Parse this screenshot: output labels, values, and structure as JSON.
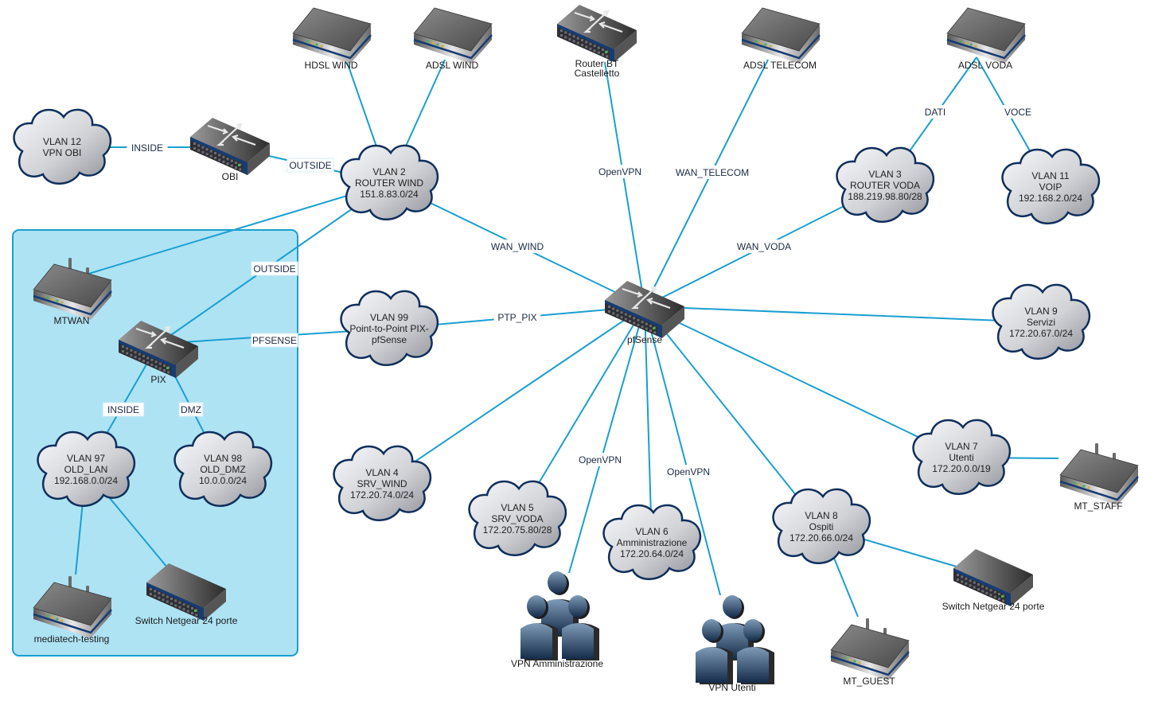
{
  "diagram": {
    "title": "Network topology",
    "colors": {
      "link": "#1a9fd0",
      "group_fill": "#aee3f4",
      "group_border": "#1a9fd0",
      "cloud_border": "#0f2f5c",
      "cloud_fill_light": "#f4f5f7",
      "cloud_fill_dark": "#9c9ea4",
      "device_blue": "#163c74",
      "users_blue": "#1f3e5e",
      "led_green": "#4caf50"
    },
    "group": {
      "name": "legacy-pix-zone",
      "label": ""
    },
    "nodes": [
      {
        "id": "hdsl_wind",
        "type": "modem",
        "label": "HDSL WIND"
      },
      {
        "id": "adsl_wind",
        "type": "modem",
        "label": "ADSL WIND"
      },
      {
        "id": "router_bt",
        "type": "switch",
        "label": "Router BT\nCastelletto"
      },
      {
        "id": "adsl_telecom",
        "type": "modem",
        "label": "ADSL TELECOM"
      },
      {
        "id": "adsl_voda",
        "type": "modem",
        "label": "ADSL VODA"
      },
      {
        "id": "vlan12",
        "type": "cloud",
        "label": "VLAN 12\nVPN OBI"
      },
      {
        "id": "obi",
        "type": "switch",
        "label": "OBI"
      },
      {
        "id": "vlan2",
        "type": "cloud",
        "label": "VLAN 2\nROUTER WIND\n151.8.83.0/24"
      },
      {
        "id": "vlan3",
        "type": "cloud",
        "label": "VLAN 3\nROUTER VODA\n188.219.98.80/28"
      },
      {
        "id": "vlan11",
        "type": "cloud",
        "label": "VLAN 11\nVOIP\n192.168.2.0/24"
      },
      {
        "id": "mtwan",
        "type": "wifi",
        "label": "MTWAN"
      },
      {
        "id": "pix",
        "type": "switch",
        "label": "PIX"
      },
      {
        "id": "vlan99",
        "type": "cloud",
        "label": "VLAN 99\nPoint-to-Point PIX-\npfSense"
      },
      {
        "id": "pfsense",
        "type": "switch",
        "label": "pfSense"
      },
      {
        "id": "vlan9",
        "type": "cloud",
        "label": "VLAN 9\nServizi\n172.20.67.0/24"
      },
      {
        "id": "vlan97",
        "type": "cloud",
        "label": "VLAN 97\nOLD_LAN\n192.168.0.0/24"
      },
      {
        "id": "vlan98",
        "type": "cloud",
        "label": "VLAN 98\nOLD_DMZ\n10.0.0.0/24"
      },
      {
        "id": "vlan4",
        "type": "cloud",
        "label": "VLAN 4\nSRV_WIND\n172.20.74.0/24"
      },
      {
        "id": "vlan5",
        "type": "cloud",
        "label": "VLAN 5\nSRV_VODA\n172.20.75.80/28"
      },
      {
        "id": "vlan6",
        "type": "cloud",
        "label": "VLAN 6\nAmministrazione\n172.20.64.0/24"
      },
      {
        "id": "vlan7",
        "type": "cloud",
        "label": "VLAN 7\nUtenti\n172.20.0.0/19"
      },
      {
        "id": "vlan8",
        "type": "cloud",
        "label": "VLAN 8\nOspiti\n172.20.66.0/24"
      },
      {
        "id": "mt_staff",
        "type": "wifi",
        "label": "MT_STAFF"
      },
      {
        "id": "mediatech",
        "type": "wifi",
        "label": "mediatech-testing"
      },
      {
        "id": "switch_old",
        "type": "plainswitch",
        "label": "Switch Netgear 24 porte"
      },
      {
        "id": "vpn_admin",
        "type": "users",
        "label": "VPN Amministrazione"
      },
      {
        "id": "vpn_users",
        "type": "users",
        "label": "VPN Utenti"
      },
      {
        "id": "mt_guest",
        "type": "wifi",
        "label": "MT_GUEST"
      },
      {
        "id": "switch_guest",
        "type": "plainswitch",
        "label": "Switch Netgear 24 porte"
      }
    ],
    "edges": [
      {
        "from": "hdsl_wind",
        "to": "vlan2",
        "label": ""
      },
      {
        "from": "adsl_wind",
        "to": "vlan2",
        "label": ""
      },
      {
        "from": "vlan12",
        "to": "obi",
        "label": "INSIDE"
      },
      {
        "from": "obi",
        "to": "vlan2",
        "label": "OUTSIDE"
      },
      {
        "from": "vlan2",
        "to": "mtwan",
        "label": ""
      },
      {
        "from": "vlan2",
        "to": "pix",
        "label": "OUTSIDE"
      },
      {
        "from": "vlan2",
        "to": "pfsense",
        "label": "WAN_WIND"
      },
      {
        "from": "router_bt",
        "to": "pfsense",
        "label": "OpenVPN"
      },
      {
        "from": "adsl_telecom",
        "to": "pfsense",
        "label": "WAN_TELECOM"
      },
      {
        "from": "adsl_voda",
        "to": "vlan3",
        "label": "DATI"
      },
      {
        "from": "adsl_voda",
        "to": "vlan11",
        "label": "VOCE"
      },
      {
        "from": "vlan3",
        "to": "pfsense",
        "label": "WAN_VODA"
      },
      {
        "from": "pix",
        "to": "vlan99",
        "label": "PFSENSE"
      },
      {
        "from": "vlan99",
        "to": "pfsense",
        "label": "PTP_PIX"
      },
      {
        "from": "pfsense",
        "to": "vlan9",
        "label": ""
      },
      {
        "from": "pix",
        "to": "vlan97",
        "label": "INSIDE"
      },
      {
        "from": "pix",
        "to": "vlan98",
        "label": "DMZ"
      },
      {
        "from": "vlan97",
        "to": "mediatech",
        "label": ""
      },
      {
        "from": "vlan97",
        "to": "switch_old",
        "label": ""
      },
      {
        "from": "pfsense",
        "to": "vlan4",
        "label": ""
      },
      {
        "from": "pfsense",
        "to": "vlan5",
        "label": ""
      },
      {
        "from": "pfsense",
        "to": "vpn_admin",
        "label": "OpenVPN"
      },
      {
        "from": "pfsense",
        "to": "vlan6",
        "label": ""
      },
      {
        "from": "pfsense",
        "to": "vpn_users",
        "label": "OpenVPN"
      },
      {
        "from": "pfsense",
        "to": "vlan8",
        "label": ""
      },
      {
        "from": "pfsense",
        "to": "vlan7",
        "label": ""
      },
      {
        "from": "vlan7",
        "to": "mt_staff",
        "label": ""
      },
      {
        "from": "vlan8",
        "to": "switch_guest",
        "label": ""
      },
      {
        "from": "vlan8",
        "to": "mt_guest",
        "label": ""
      }
    ]
  }
}
